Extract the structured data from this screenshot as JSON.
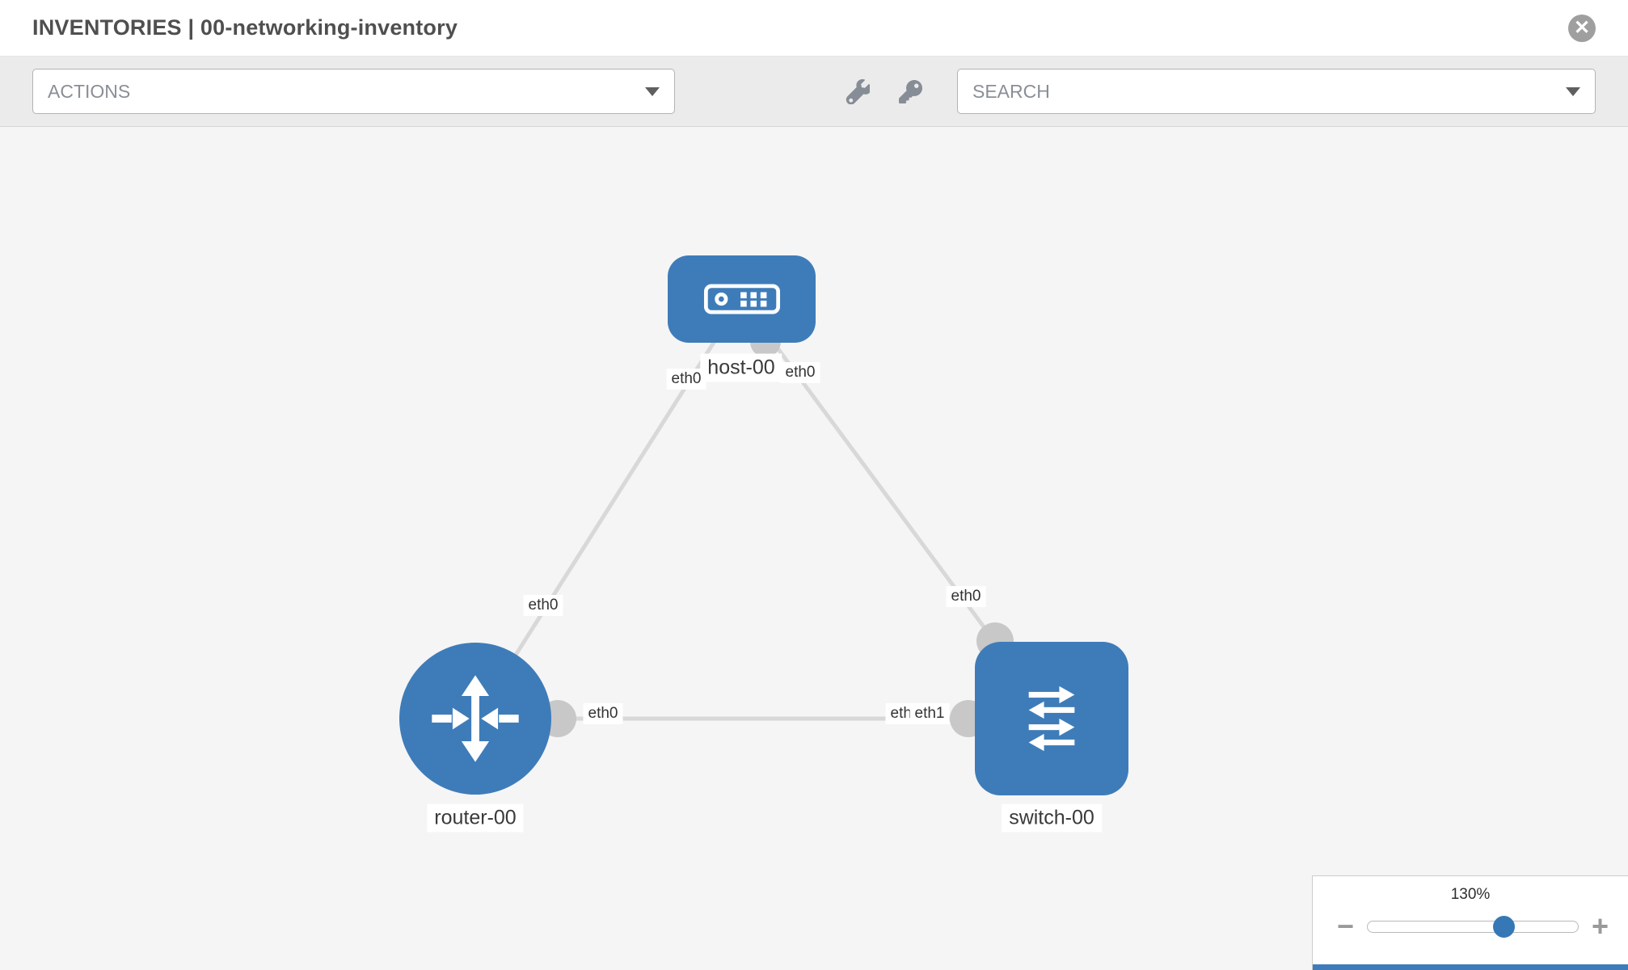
{
  "header": {
    "title": "INVENTORIES | 00-networking-inventory",
    "close_icon": "close-circle-icon"
  },
  "toolbar": {
    "actions": {
      "label": "ACTIONS",
      "chevron_icon": "chevron-down-icon"
    },
    "search": {
      "label": "SEARCH",
      "chevron_icon": "chevron-down-icon"
    },
    "tools": [
      {
        "icon": "wrench-icon"
      },
      {
        "icon": "key-icon"
      }
    ]
  },
  "topology": {
    "nodes": [
      {
        "label": "host-00",
        "type": "host"
      },
      {
        "label": "router-00",
        "type": "router"
      },
      {
        "label": "switch-00",
        "type": "switch"
      }
    ],
    "links": [
      {
        "from": "host-00",
        "to": "router-00"
      },
      {
        "from": "host-00",
        "to": "switch-00"
      },
      {
        "from": "router-00",
        "to": "switch-00"
      }
    ],
    "interface_labels": [
      {
        "text": "eth0",
        "link": "host-00 - router-00",
        "end": "host-00"
      },
      {
        "text": "eth0",
        "link": "host-00 - switch-00",
        "end": "host-00"
      },
      {
        "text": "eth0",
        "link": "host-00 - router-00",
        "end": "router-00"
      },
      {
        "text": "eth0",
        "link": "host-00 - switch-00",
        "end": "switch-00"
      },
      {
        "text": "eth0",
        "link": "router-00 - switch-00",
        "end": "router-00"
      },
      {
        "text": "eth0",
        "link": "router-00 - switch-00",
        "end": "switch-00"
      },
      {
        "text": "eth1",
        "link": "router-00 - switch-00",
        "end": "switch-00"
      }
    ]
  },
  "zoom": {
    "level": "130%",
    "minus": "−",
    "plus": "+",
    "slider_percent": 65
  },
  "colors": {
    "node_blue": "#3e7cb9",
    "link_gray": "#d8d8d8",
    "interface_dot_gray": "#c8c8c8",
    "canvas_bg": "#f5f5f5",
    "toolbar_bg": "#ebebeb",
    "slider_handle_blue": "#3678b6"
  }
}
